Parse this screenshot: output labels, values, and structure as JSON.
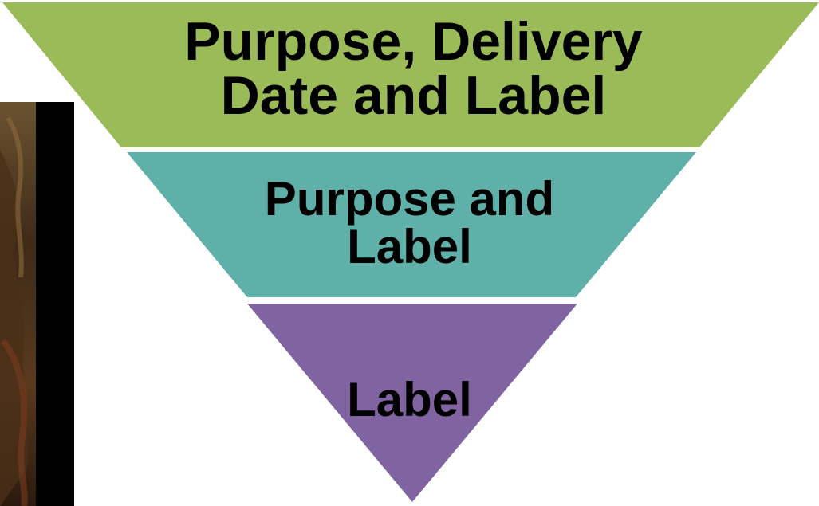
{
  "diagram": {
    "type": "inverted-funnel",
    "tiers": [
      {
        "lines": [
          "Purpose, Delivery",
          "Date and Label"
        ],
        "color": "#9bbb59"
      },
      {
        "lines": [
          "Purpose and",
          "Label"
        ],
        "color": "#5fb0a8"
      },
      {
        "lines": [
          "Label"
        ],
        "color": "#8064a2"
      }
    ]
  },
  "side_image": {
    "subject": "cropped dark photograph",
    "border_color": "#000000"
  }
}
